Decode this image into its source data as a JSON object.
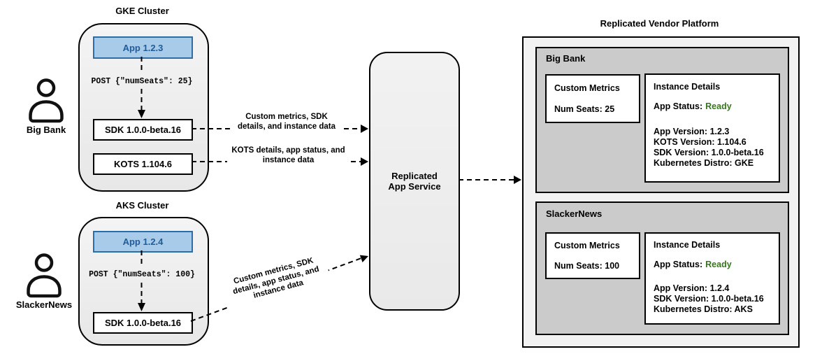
{
  "users": [
    {
      "name": "Big Bank"
    },
    {
      "name": "SlackerNews"
    }
  ],
  "clusters": [
    {
      "title": "GKE Cluster",
      "app_label": "App 1.2.3",
      "post_label": "POST {\"numSeats\": 25}",
      "components": [
        "SDK 1.0.0-beta.16",
        "KOTS 1.104.6"
      ]
    },
    {
      "title": "AKS Cluster",
      "app_label": "App 1.2.4",
      "post_label": "POST {\"numSeats\": 100}",
      "components": [
        "SDK 1.0.0-beta.16"
      ]
    }
  ],
  "flows": [
    {
      "lines": [
        "Custom metrics, SDK",
        "details, and instance data"
      ]
    },
    {
      "lines": [
        "KOTS details, app status, and",
        "instance data"
      ]
    },
    {
      "lines": [
        "Custom metrics, SDK",
        "details, app status, and",
        "instance data"
      ]
    }
  ],
  "service": {
    "lines": [
      "Replicated",
      "App Service"
    ]
  },
  "platform": {
    "title": "Replicated Vendor Platform",
    "customers": [
      {
        "name": "Big Bank",
        "custom_metrics": {
          "title": "Custom Metrics",
          "metric": "Num Seats: 25"
        },
        "instance_details": {
          "title": "Instance Details",
          "app_status_label": "App Status:",
          "app_status_value": "Ready",
          "lines": [
            "App Version: 1.2.3",
            "KOTS Version: 1.104.6",
            "SDK Version: 1.0.0-beta.16",
            "Kubernetes Distro: GKE"
          ]
        }
      },
      {
        "name": "SlackerNews",
        "custom_metrics": {
          "title": "Custom Metrics",
          "metric": "Num Seats: 100"
        },
        "instance_details": {
          "title": "Instance Details",
          "app_status_label": "App Status:",
          "app_status_value": "Ready",
          "lines": [
            "App Version: 1.2.4",
            "SDK Version: 1.0.0-beta.16",
            "Kubernetes Distro: AKS"
          ]
        }
      }
    ]
  },
  "colors": {
    "app-fill": "#a8cbe9",
    "app-border": "#2e6da4",
    "app-text": "#1f5c97",
    "status-ready": "#38761d",
    "panel-fill": "#cbcbcb",
    "platform-fill": "#f2f2f2"
  }
}
